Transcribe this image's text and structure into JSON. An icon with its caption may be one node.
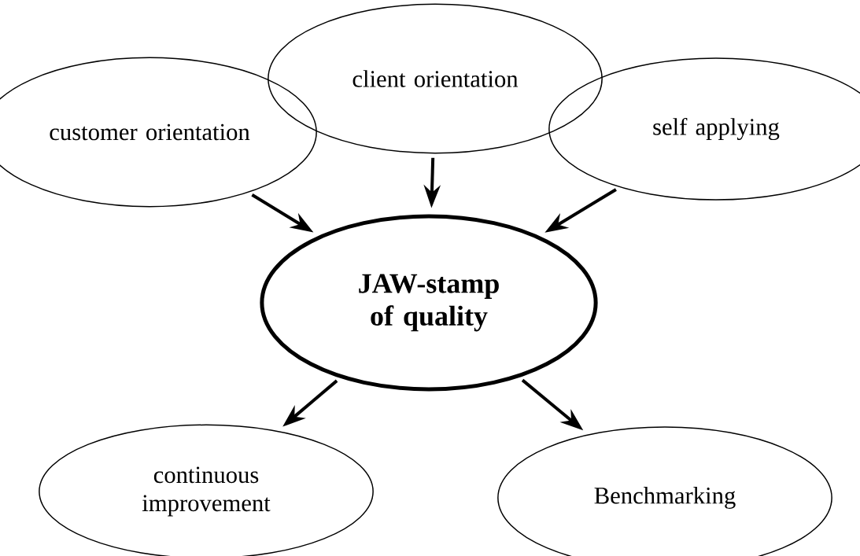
{
  "diagram": {
    "nodes": [
      {
        "text": [
          "customer orientation"
        ]
      },
      {
        "text": [
          "client orientation"
        ]
      },
      {
        "text": [
          "self applying"
        ]
      },
      {
        "text": [
          "JAW-stamp of quality"
        ]
      },
      {
        "text": [
          "continuous improvement"
        ]
      },
      {
        "text": [
          "Benchmarking"
        ]
      }
    ],
    "edges": [
      {
        "from": 0,
        "to": 3,
        "arrow": "to"
      },
      {
        "from": 1,
        "to": 3,
        "arrow": "to"
      },
      {
        "from": 2,
        "to": 3,
        "arrow": "to"
      },
      {
        "from": 3,
        "to": 4,
        "arrow": "to"
      },
      {
        "from": 3,
        "to": 5,
        "arrow": "to"
      }
    ]
  }
}
